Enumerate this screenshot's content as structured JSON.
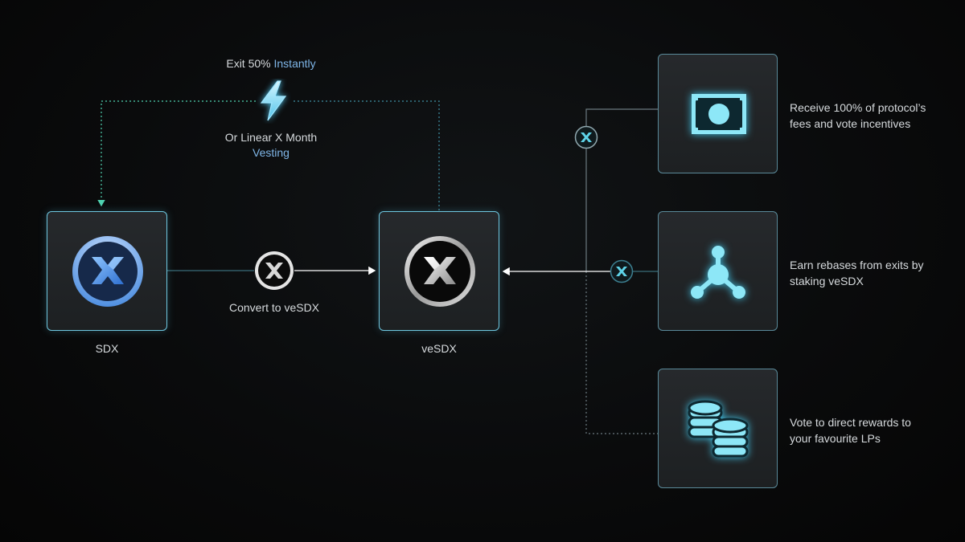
{
  "colors": {
    "accent_blue": "#7fb6e8",
    "cyan_glow": "#7fe3f7",
    "dotted_green": "#4fd1b0",
    "line": "#6c7a80"
  },
  "diagram": {
    "exit": {
      "line1_prefix": "Exit 50% ",
      "line1_accent": "Instantly",
      "line2": "Or Linear X Month",
      "line3_accent": "Vesting",
      "icon": "lightning-bolt-icon"
    },
    "sdx": {
      "label": "SDX",
      "icon": "sdx-token-icon"
    },
    "convert": {
      "label": "Convert to veSDX",
      "icon": "sdx-small-token-icon"
    },
    "vesdx": {
      "label": "veSDX",
      "icon": "vesdx-token-icon"
    },
    "benefits": [
      {
        "icon": "banknote-icon",
        "line1": "Receive 100% of protocol’s",
        "line2": "fees and vote incentives"
      },
      {
        "icon": "network-nodes-icon",
        "line1": "Earn rebases from exits by",
        "line2": "staking veSDX"
      },
      {
        "icon": "coin-stack-icon",
        "line1": "Vote to direct rewards to",
        "line2": "your favourite LPs"
      }
    ]
  }
}
